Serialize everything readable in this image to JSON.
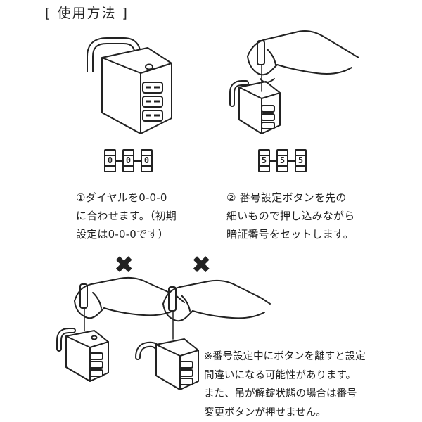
{
  "title": "[ 使用方法 ]",
  "step1": {
    "dials": [
      "0",
      "0",
      "0"
    ],
    "caption": [
      "①ダイヤルを0-0-0",
      "に合わせます。（初期",
      "設定は0-0-0です）"
    ]
  },
  "step2": {
    "dials": [
      "5",
      "5",
      "5"
    ],
    "caption": [
      "② 番号設定ボタンを先の",
      "細いもので押し込みながら",
      "暗証番号をセットします。"
    ]
  },
  "wrong_marks": [
    "✖",
    "✖"
  ],
  "note": [
    "※番号設定中にボタンを離すと設定",
    "間違いになる可能性があります。",
    "また、吊が解錠状態の場合は番号",
    "変更ボタンが押せません。"
  ]
}
